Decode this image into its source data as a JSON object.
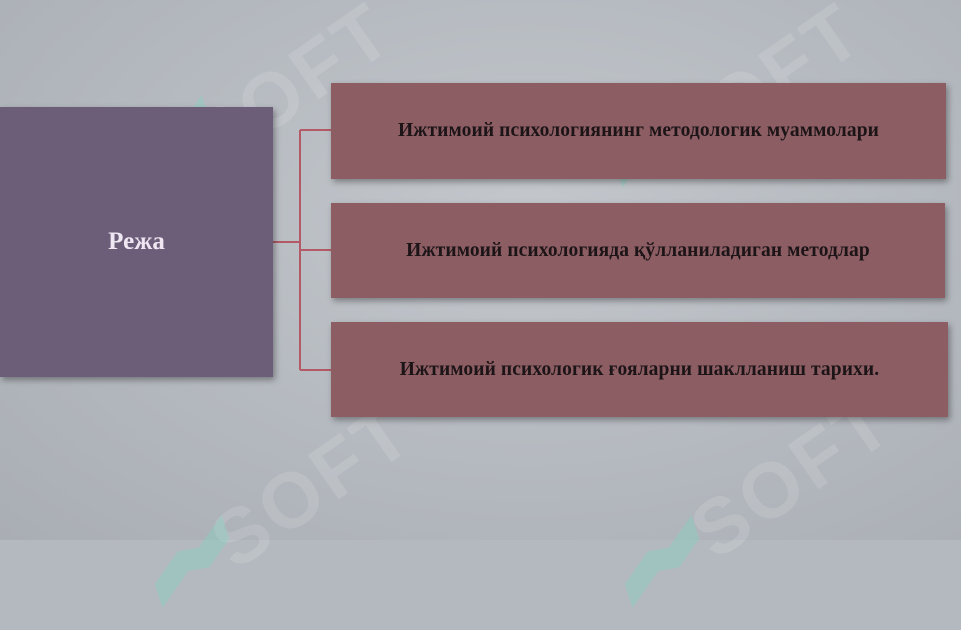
{
  "diagram": {
    "main": {
      "label": "Режа"
    },
    "items": [
      {
        "label": "Ижтимоий психологиянинг методологик муаммолари"
      },
      {
        "label": "Ижтимоий психологияда қўлланиладиган методлар"
      },
      {
        "label": "Ижтимоий психологик ғояларни шаклланиш тарихи."
      }
    ]
  },
  "watermark": {
    "text": "SOFT"
  },
  "colors": {
    "background": "#b4b9bf",
    "main_box": "#6c5d79",
    "item_box": "#8c5e64",
    "connector": "#b45a66",
    "watermark_mark": "#7fd6c4"
  }
}
